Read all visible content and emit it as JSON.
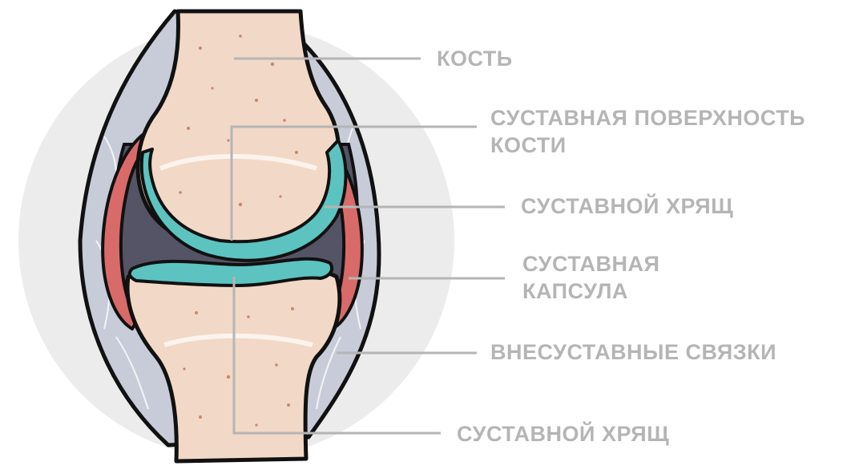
{
  "labels": {
    "bone": "КОСТЬ",
    "articular_surface": [
      "СУСТАВНАЯ ПОВЕРХНОСТЬ",
      "КОСТИ"
    ],
    "cartilage_upper": "СУСТАВНОЙ ХРЯЩ",
    "capsule": [
      "СУСТАВНАЯ",
      "КАПСУЛА"
    ],
    "ligaments": "ВНЕСУСТАВНЫЕ СВЯЗКИ",
    "cartilage_lower": "СУСТАВНОЙ ХРЯЩ"
  },
  "colors": {
    "label_text": "#b5b5b5",
    "leader_line": "#b5b5b5",
    "background_circle": "#ececec",
    "bone": "#f2d8c6",
    "bone_speckle": "#c9876a",
    "cartilage": "#5cc3c0",
    "cartilage_light": "#9fe0dc",
    "joint_cavity": "#545466",
    "capsule": "#d96a6a",
    "ligament": "#c8cbd8",
    "outline": "#111111"
  }
}
